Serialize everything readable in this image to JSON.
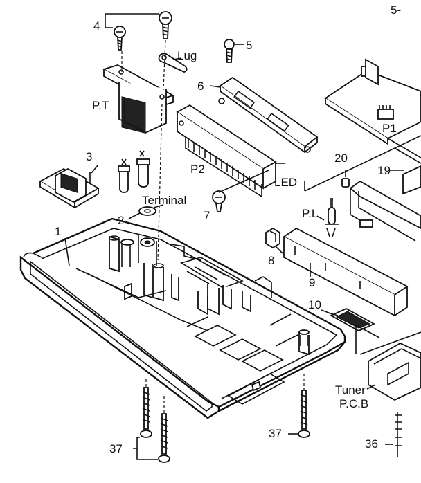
{
  "labels": {
    "l4": "4",
    "l5top": "5-",
    "l5": "5",
    "lug": "Lug",
    "pt": "P.T",
    "l6": "6",
    "p1": "P1",
    "l3": "3",
    "p2": "P2",
    "l20": "20",
    "l19": "19",
    "led": "LED",
    "terminal": "Terminal",
    "l2": "2",
    "l7": "7",
    "pl": "P.L",
    "l1": "1",
    "l8": "8",
    "l9": "9",
    "l10": "10",
    "tuner": "Tuner",
    "pcb": "P.C.B",
    "l37a": "37",
    "l37b": "37",
    "l36": "36"
  }
}
